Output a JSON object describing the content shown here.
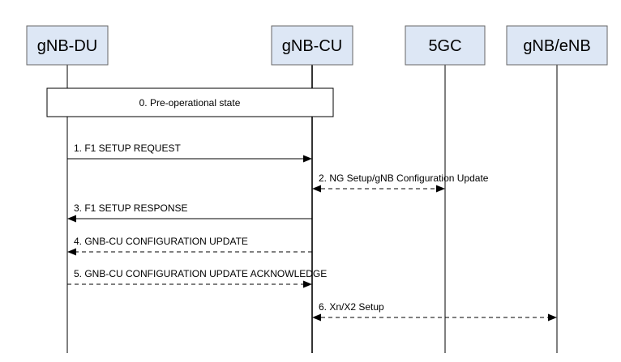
{
  "entities": [
    {
      "id": "du",
      "label": "gNB-DU"
    },
    {
      "id": "cu",
      "label": "gNB-CU"
    },
    {
      "id": "core",
      "label": "5GC"
    },
    {
      "id": "nb",
      "label": "gNB/eNB"
    }
  ],
  "state": {
    "label": "0. Pre-operational state"
  },
  "messages": [
    {
      "label": "1. F1 SETUP REQUEST",
      "from": "du",
      "to": "cu",
      "style": "solid",
      "bidirectional": false
    },
    {
      "label": "2. NG Setup/gNB Configuration Update",
      "from": "cu",
      "to": "core",
      "style": "dashed",
      "bidirectional": true
    },
    {
      "label": "3. F1 SETUP RESPONSE",
      "from": "cu",
      "to": "du",
      "style": "solid",
      "bidirectional": false
    },
    {
      "label": "4. GNB-CU CONFIGURATION UPDATE",
      "from": "cu",
      "to": "du",
      "style": "dashed",
      "bidirectional": false
    },
    {
      "label": "5. GNB-CU CONFIGURATION UPDATE ACKNOWLEDGE",
      "from": "du",
      "to": "cu",
      "style": "dashed",
      "bidirectional": false
    },
    {
      "label": "6. Xn/X2 Setup",
      "from": "cu",
      "to": "nb",
      "style": "dashed",
      "bidirectional": true
    }
  ],
  "colors": {
    "entity_fill": "#dde7f5",
    "entity_border": "#666666",
    "line": "#000000"
  }
}
